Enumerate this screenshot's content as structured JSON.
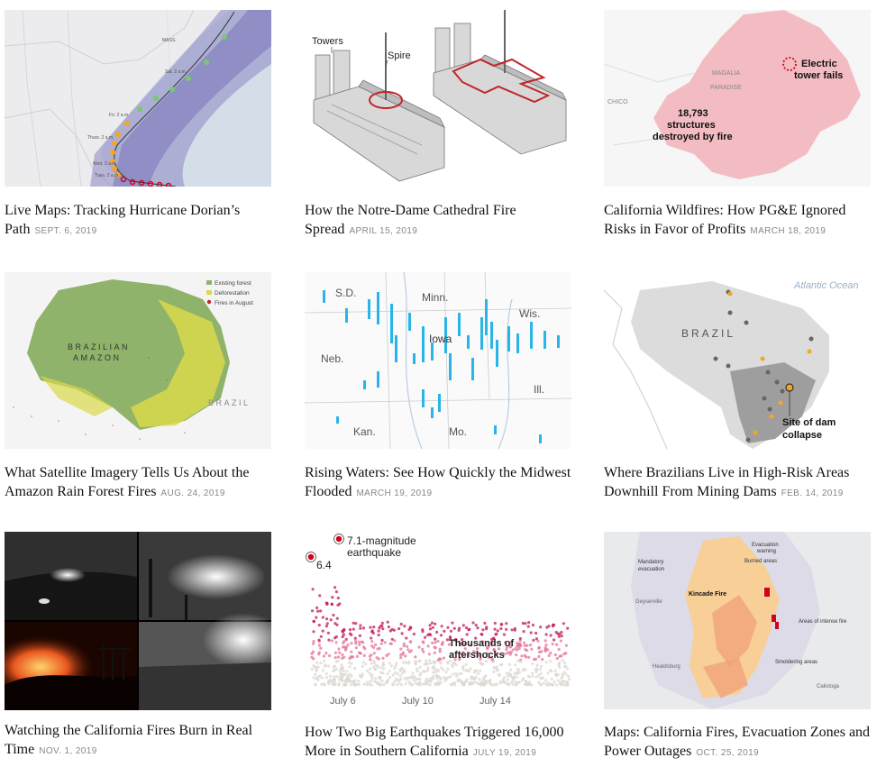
{
  "cards": [
    {
      "title": "Live Maps: Tracking Hurricane Dorian’s Path",
      "date": "SEPT. 6, 2019",
      "image": {
        "labels": {
          "l1": "MASS.",
          "l2": "Sat. 2 a.m.",
          "l3": "Fri. 2 a.m.",
          "l4": "Thurs. 2 a.m.",
          "l5": "Wed. 2 a.m.",
          "l6": "Tues. 2 a.m."
        }
      }
    },
    {
      "title": "How the Notre-Dame Cathedral Fire Spread",
      "date": "APRIL 15, 2019",
      "image": {
        "labels": {
          "towers": "Towers",
          "spire": "Spire"
        }
      }
    },
    {
      "title": "California Wildfires: How PG&E Ignored Risks in Favor of Profits",
      "date": "MARCH 18, 2019",
      "image": {
        "labels": {
          "magalia": "MAGALIA",
          "paradise": "PARADISE",
          "chico": "CHICO",
          "electric1": "Electric",
          "electric2": "tower fails",
          "count": "18,793",
          "structures": "structures",
          "destroyed": "destroyed by fire"
        }
      }
    },
    {
      "title": "What Satellite Imagery Tells Us About the Amazon Rain Forest Fires",
      "date": "AUG. 24, 2019",
      "image": {
        "labels": {
          "legend1": "Existing forest",
          "legend2": "Deforestation",
          "legend3": "Fires in August",
          "brazilian": "BRAZILIAN",
          "amazon": "AMAZON",
          "brazil": "BRAZIL"
        }
      }
    },
    {
      "title": "Rising Waters: See How Quickly the Midwest Flooded",
      "date": "MARCH 19, 2019",
      "image": {
        "labels": {
          "sd": "S.D.",
          "minn": "Minn.",
          "wis": "Wis.",
          "iowa": "Iowa",
          "neb": "Neb.",
          "ill": "Ill.",
          "kan": "Kan.",
          "mo": "Mo."
        }
      }
    },
    {
      "title": "Where Brazilians Live in High-Risk Areas Downhill From Mining Dams",
      "date": "FEB. 14, 2019",
      "image": {
        "labels": {
          "ocean": "Atlantic Ocean",
          "brazil": "BRAZIL",
          "site1": "Site of dam",
          "site2": "collapse"
        }
      }
    },
    {
      "title": "Watching the California Fires Burn in Real Time",
      "date": "NOV. 1, 2019",
      "image": {
        "labels": {}
      }
    },
    {
      "title": "How Two Big Earthquakes Triggered 16,000 More in Southern California",
      "date": "JULY 19, 2019",
      "image": {
        "labels": {
          "mag1": "7.1-magnitude",
          "mag2": "earthquake",
          "m64": "6.4",
          "after1": "Thousands of",
          "after2": "aftershocks",
          "d1": "July 6",
          "d2": "July 10",
          "d3": "July 14"
        }
      }
    },
    {
      "title": "Maps: California Fires, Evacuation Zones and Power Outages",
      "date": "OCT. 25, 2019",
      "image": {
        "labels": {
          "evac1": "Evacuation",
          "evac2": "warning",
          "mand1": "Mandatory",
          "mand2": "evacuation",
          "burned": "Burned areas",
          "kincade": "Kincade Fire",
          "intense": "Areas of intense fire",
          "smolder": "Smoldering areas",
          "geyserville": "Geyserville",
          "healdsburg": "Healdsburg",
          "calistoga": "Calistoga"
        }
      }
    }
  ]
}
